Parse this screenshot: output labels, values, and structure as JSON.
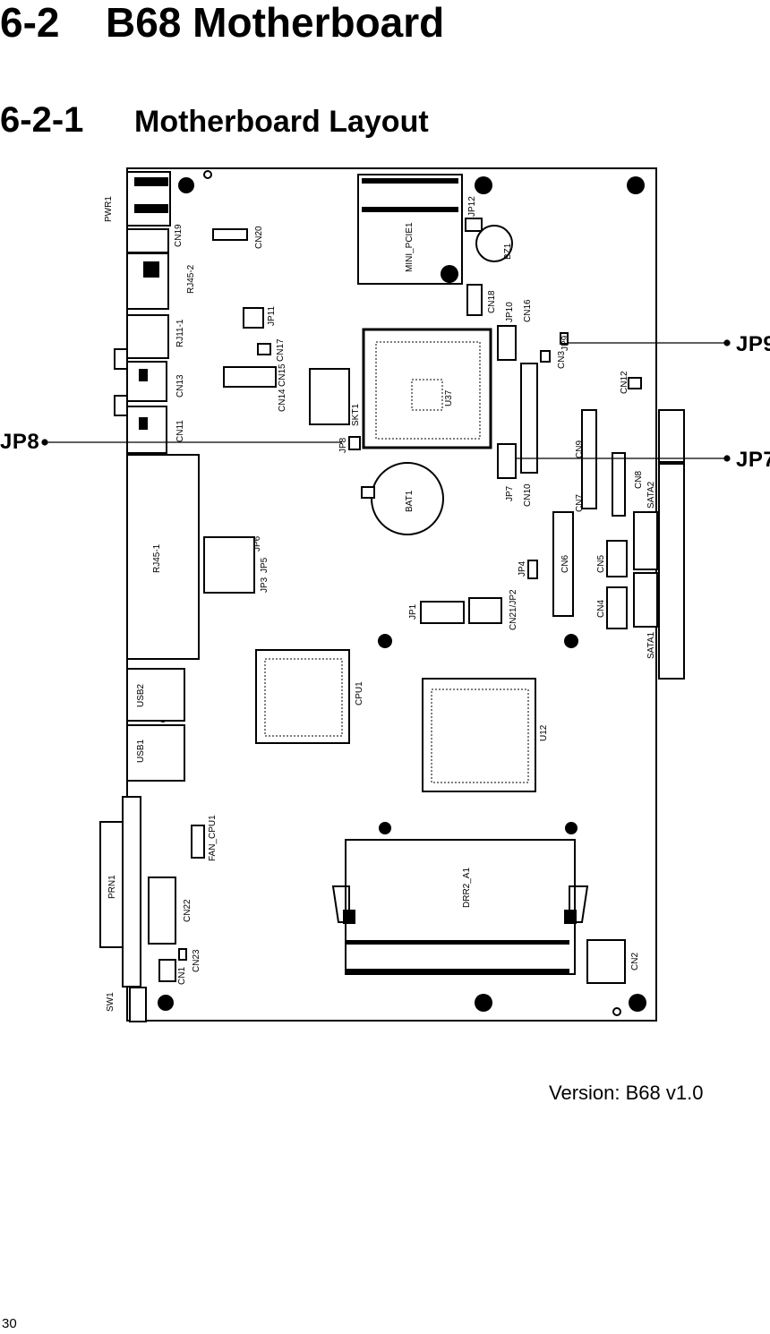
{
  "heading": {
    "number": "6-2",
    "title": "B68 Motherboard"
  },
  "subheading": {
    "number": "6-2-1",
    "title": "Motherboard Layout"
  },
  "callouts": {
    "jp8": "JP8",
    "jp9": "JP9",
    "jp7": "JP7"
  },
  "board_labels": {
    "pwr1": "PWR1",
    "cn19": "CN19",
    "cn20": "CN20",
    "rj45_2": "RJ45-2",
    "rj11_1": "RJ11-1",
    "jp11": "JP11",
    "cn17": "CN17",
    "cn13": "CN13",
    "cn15": "CN15",
    "cn14": "CN14",
    "cn11": "CN11",
    "skt1": "SKT1",
    "jp8": "JP8",
    "mini_pcie1": "MINI_PCIE1",
    "jp12": "JP12",
    "bz1": "BZ1",
    "cn18": "CN18",
    "jp10": "JP10",
    "cn16": "CN16",
    "jp9": "JP9",
    "cn3": "CN3",
    "u37": "U37",
    "cn12": "CN12",
    "jp7": "JP7",
    "cn10": "CN10",
    "cn9": "CN9",
    "cn7": "CN7",
    "cn8": "CN8",
    "sata2": "SATA2",
    "bat1": "BAT1",
    "rj45_1": "RJ45-1",
    "jp6": "JP6",
    "jp5": "JP5",
    "jp3": "JP3",
    "jp4": "JP4",
    "cn6": "CN6",
    "cn5": "CN5",
    "jp1": "JP1",
    "cn21_jp2": "CN21/JP2",
    "cn4": "CN4",
    "sata1": "SATA1",
    "usb2": "USB2",
    "usb1": "USB1",
    "cpu1": "CPU1",
    "u12": "U12",
    "fan_cpu1": "FAN_CPU1",
    "prn1": "PRN1",
    "cn22": "CN22",
    "drr2_a1": "DRR2_A1",
    "cn1": "CN1",
    "cn23": "CN23",
    "cn2": "CN2",
    "sw1": "SW1"
  },
  "version": "Version: B68 v1.0",
  "page_number": "30"
}
